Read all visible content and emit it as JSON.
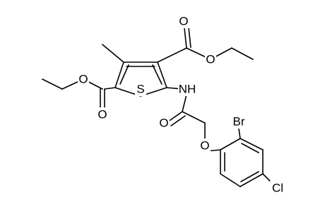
{
  "atoms": {
    "o_ester_top_carbonyl": "O",
    "o_ester_top_ether": "O",
    "s_ring": "S",
    "nh": "NH",
    "o_ester_left_ether": "O",
    "o_ester_left_carbonyl": "O",
    "o_amide": "O",
    "o_phenoxy": "O",
    "br": "Br",
    "cl": "Cl"
  }
}
